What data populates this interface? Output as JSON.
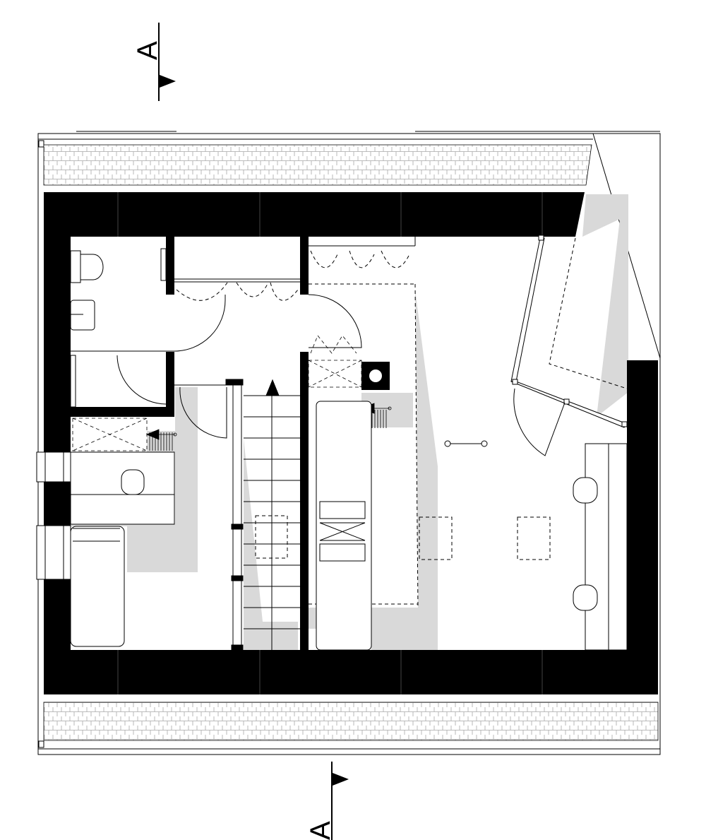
{
  "drawing": {
    "type": "architectural floor plan",
    "section_marker": {
      "top_label": "A",
      "bottom_label": "A"
    }
  },
  "colors": {
    "wall": "#000000",
    "line": "#000000",
    "shadow": "#d9d9d9",
    "background": "#ffffff",
    "roof_pattern": "#9a9a9a"
  }
}
